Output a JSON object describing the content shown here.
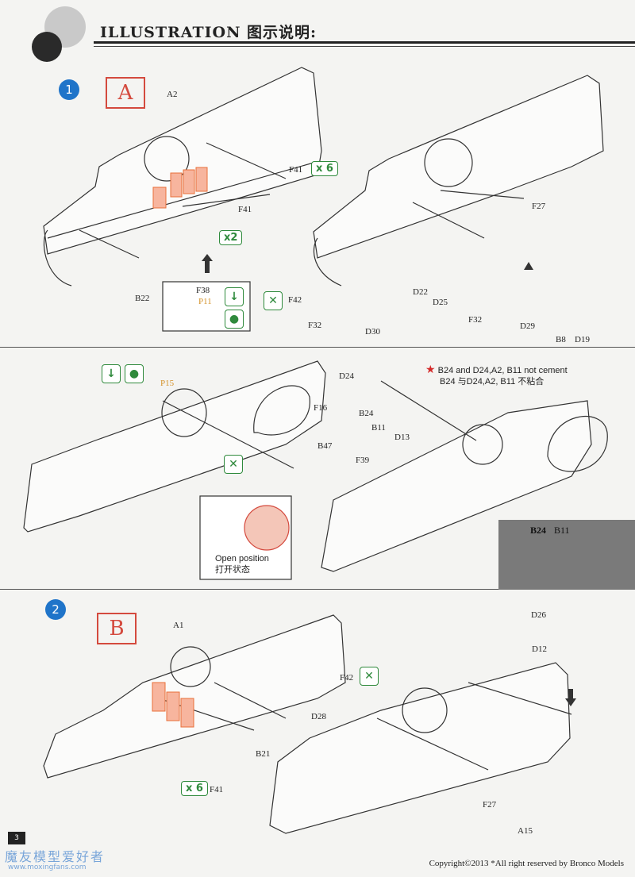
{
  "header": {
    "title": "ILLUSTRATION 图示说明:"
  },
  "steps": {
    "step1": {
      "number": "1",
      "sub_a": "A",
      "sub_b": ""
    },
    "step2": {
      "number": "2",
      "sub": "B"
    }
  },
  "section_a1": {
    "labels": {
      "a2": "A2",
      "f41_top": "F41",
      "x6": "x 6",
      "f41_left": "F41",
      "x2": "x2",
      "b22": "B22",
      "f38": "F38",
      "p11": "P11",
      "f27": "F27",
      "f42": "F42",
      "d22": "D22",
      "d25": "D25",
      "f32_left": "F32",
      "d30": "D30",
      "f32_right": "F32",
      "d29": "D29",
      "b8": "B8",
      "d19": "D19"
    }
  },
  "section_a2": {
    "labels": {
      "p15": "P15",
      "f16": "F16",
      "b47": "B47",
      "f39": "F39",
      "d24": "D24",
      "b24": "B24",
      "b11": "B11",
      "d13": "D13"
    },
    "note_en": "B24 and D24,A2, B11 not cement",
    "note_cn": "B24 与D24,A2, B11 不粘合",
    "inset_en": "Open position",
    "inset_cn": "打开状态",
    "photo_b24": "B24",
    "photo_b11": "B11"
  },
  "section_b": {
    "labels": {
      "a1": "A1",
      "f42": "F42",
      "d28": "D28",
      "b21": "B21",
      "x6": "x 6",
      "f41": "F41",
      "d26": "D26",
      "d12": "D12",
      "f27": "F27",
      "a15": "A15"
    }
  },
  "footer": {
    "page_number": "3",
    "copyright": "Copyright©2013 *All right reserved by Bronco Models",
    "watermark": "魔友模型爱好者",
    "watermark_url": "www.moxingfans.com"
  },
  "colors": {
    "accent_blue": "#1f74c9",
    "accent_red": "#d44a3e",
    "accent_green": "#2f8a3c",
    "highlight_orange": "#e8703a"
  }
}
